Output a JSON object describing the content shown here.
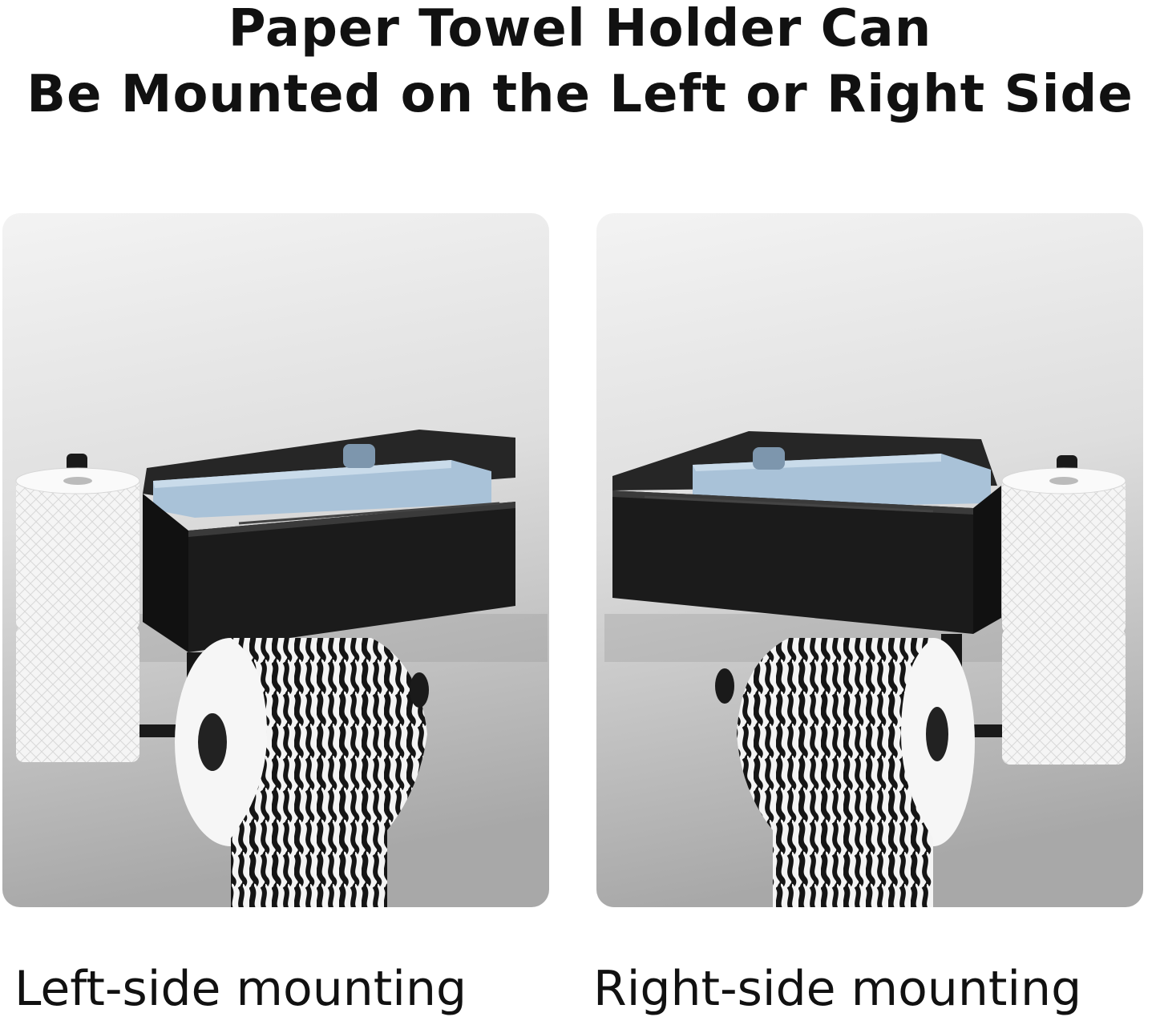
{
  "heading": {
    "line1": "Paper Towel Holder Can",
    "line2": "Be Mounted on the Left or Right Side"
  },
  "panels": {
    "left": {
      "caption": "Left-side mounting"
    },
    "right": {
      "caption": "Right-side mounting"
    }
  },
  "colors": {
    "wall_light": "#f2f2f2",
    "wall_dark": "#a9a9a9",
    "holder_black": "#1b1b1b",
    "phone_blue": "#9ab6cf",
    "roll_white": "#f4f4f4"
  }
}
